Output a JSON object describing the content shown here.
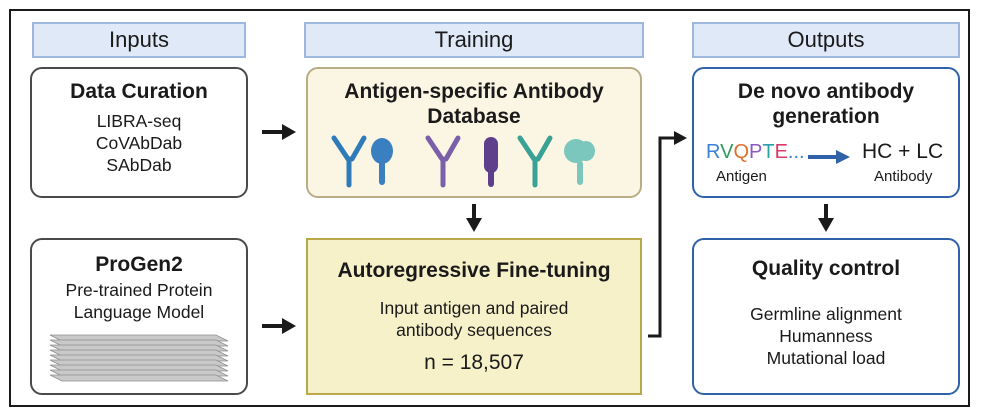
{
  "headers": {
    "inputs": "Inputs",
    "training": "Training",
    "outputs": "Outputs"
  },
  "data_curation": {
    "title": "Data Curation",
    "items": [
      "LIBRA-seq",
      "CoVAbDab",
      "SAbDab"
    ]
  },
  "progen": {
    "title": "ProGen2",
    "lines": [
      "Pre-trained Protein",
      "Language Model"
    ]
  },
  "database": {
    "title_lines": [
      "Antigen-specific Antibody",
      "Database"
    ]
  },
  "finetune": {
    "title": "Autoregressive Fine-tuning",
    "lines": [
      "Input antigen and paired",
      "antibody sequences"
    ],
    "count": "n = 18,507"
  },
  "generation": {
    "title_lines": [
      "De novo antibody",
      "generation"
    ],
    "sequence_letters": [
      {
        "char": "R",
        "color": "#3b7fd6"
      },
      {
        "char": "V",
        "color": "#2e9a5b"
      },
      {
        "char": "Q",
        "color": "#e0702b"
      },
      {
        "char": "P",
        "color": "#8a57c4"
      },
      {
        "char": "T",
        "color": "#2a9fb0"
      },
      {
        "char": "E",
        "color": "#d93a6a"
      },
      {
        "char": "...",
        "color": "#3b7fd6"
      }
    ],
    "antigen_label": "Antigen",
    "result": "HC + LC",
    "antibody_label": "Antibody"
  },
  "quality": {
    "title": "Quality control",
    "items": [
      "Germline alignment",
      "Humanness",
      "Mutational load"
    ]
  },
  "colors": {
    "blue_border": "#2f62a8",
    "db_fill": "#fbf6e4",
    "db_border": "#b9ad85",
    "ft_fill": "#f7f1ca",
    "ft_border": "#b8a84a"
  }
}
